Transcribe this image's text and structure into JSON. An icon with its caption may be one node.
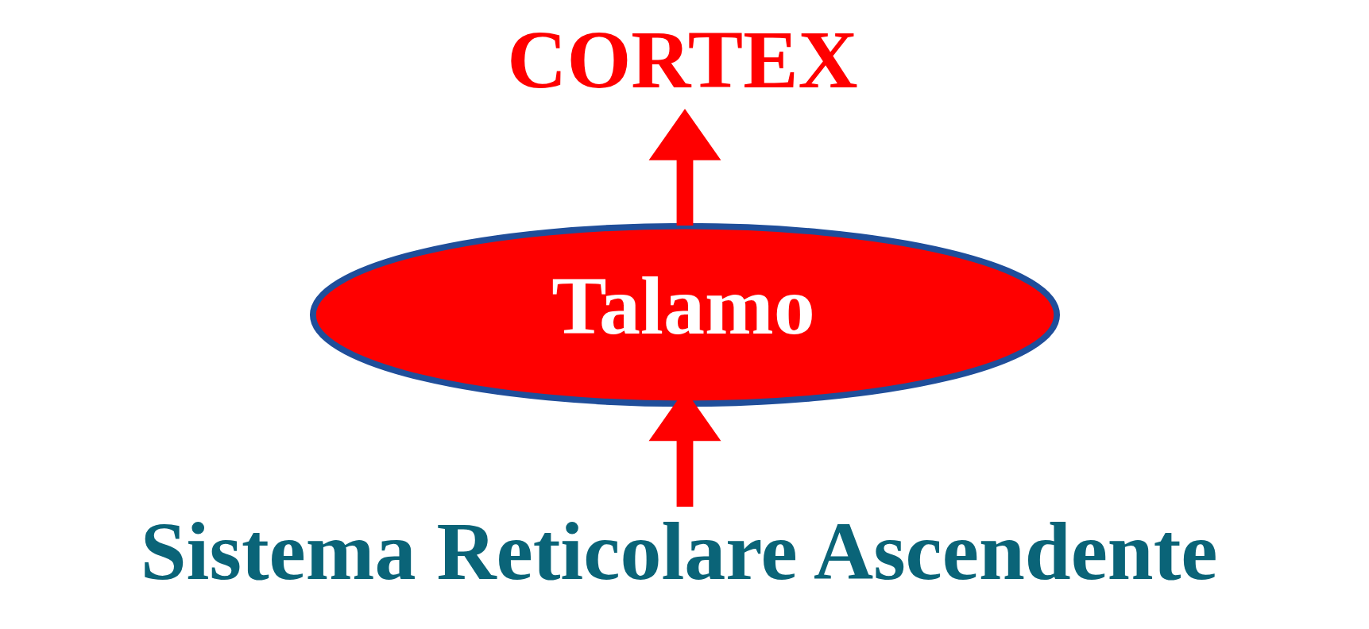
{
  "diagram": {
    "nodes": [
      {
        "text": [
          "CORTEX"
        ]
      },
      {
        "text": [
          "Talamo"
        ]
      },
      {
        "text": [
          "Sistema Reticolare Ascendente"
        ]
      }
    ],
    "edges": [
      {
        "from": 2,
        "to": 1,
        "arrow": "to"
      },
      {
        "from": 1,
        "to": 0,
        "arrow": "to"
      }
    ]
  }
}
